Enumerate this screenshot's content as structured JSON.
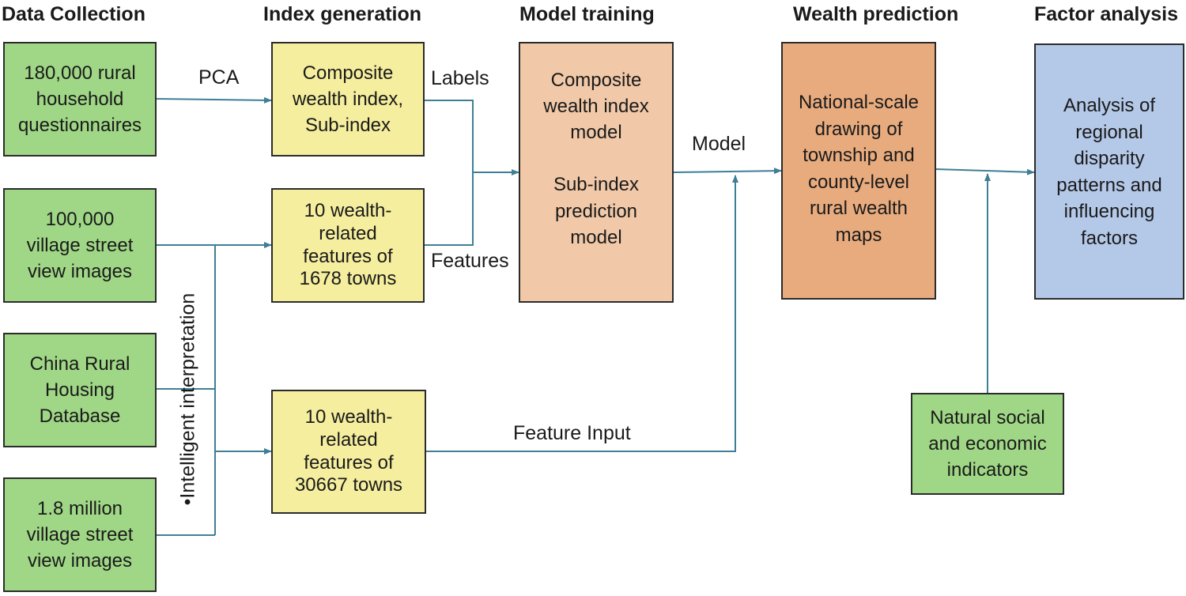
{
  "headers": {
    "data_collection": "Data Collection",
    "index_generation": "Index generation",
    "model_training": "Model training",
    "wealth_prediction": "Wealth prediction",
    "factor_analysis": "Factor analysis"
  },
  "boxes": {
    "questionnaires": "180,000 rural\nhousehold\nquestionnaires",
    "street_view_100k": "100,000\nvillage street\nview images",
    "housing_db": "China Rural\nHousing\nDatabase",
    "street_view_1_8m": "1.8 million\nvillage street\nview images",
    "wealth_index": "Composite\nwealth index,\nSub-index",
    "features_1678": "10 wealth-\nrelated\nfeatures of\n1678 towns",
    "features_30667": "10 wealth-\nrelated\nfeatures of\n30667 towns",
    "models": "Composite\nwealth index\nmodel\n\nSub-index\nprediction\nmodel",
    "maps": "National-scale\ndrawing of\ntownship and\ncounty-level\nrural wealth\nmaps",
    "indicators": "Natural social\nand economic\nindicators",
    "analysis": "Analysis of\nregional\ndisparity\npatterns and\ninfluencing\nfactors"
  },
  "labels": {
    "pca": "PCA",
    "labels": "Labels",
    "features": "Features",
    "model": "Model",
    "feature_input": "Feature Input",
    "intelligent_interpretation": "•Intelligent interpretation"
  },
  "colors": {
    "green": "#9fd786",
    "yellow": "#f5ee9e",
    "peach": "#f1c9a8",
    "orange": "#e8ab7e",
    "blue": "#b4c8e8",
    "connector": "#3f7f95"
  }
}
